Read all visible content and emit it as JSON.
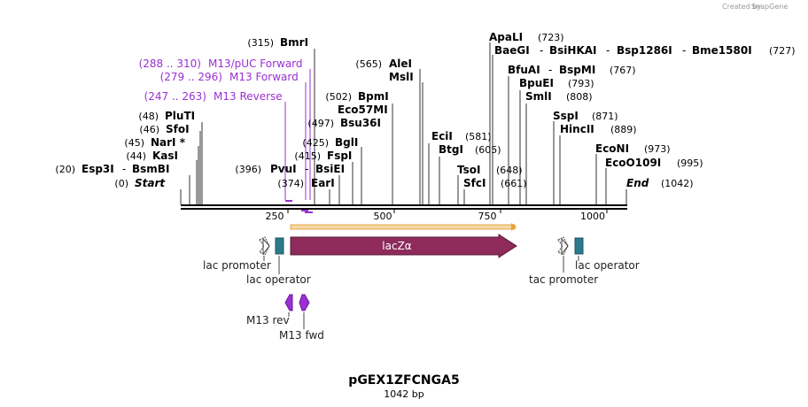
{
  "credit": "Created by",
  "credit_brand": "SnapGene",
  "title": "pGEX1ZFCNGA5",
  "subtitle": "1042 bp",
  "axis_ticks": [
    "250",
    "500",
    "750",
    "1000"
  ],
  "sites": {
    "start": {
      "pos": "(0)",
      "name": "Start"
    },
    "esp3i": {
      "pos": "(20)",
      "name1": "Esp3I",
      "name2": "BsmBI"
    },
    "kasi": {
      "pos": "(44)",
      "name": "KasI"
    },
    "nari": {
      "pos": "(45)",
      "name": "NarI *"
    },
    "sfoi": {
      "pos": "(46)",
      "name": "SfoI"
    },
    "pluti": {
      "pos": "(48)",
      "name": "PluTI"
    },
    "bmri": {
      "pos": "(315)",
      "name": "BmrI"
    },
    "m13puc": {
      "pos": "(288 .. 310)",
      "name": "M13/pUC Forward"
    },
    "m13fwd": {
      "pos": "(279 .. 296)",
      "name": "M13 Forward"
    },
    "m13rev": {
      "pos": "(247 .. 263)",
      "name": "M13 Reverse"
    },
    "pvui": {
      "pos": "(396)",
      "name1": "PvuI",
      "name2": "BsiEI"
    },
    "eari": {
      "pos": "(374)",
      "name": "EarI"
    },
    "fspi": {
      "pos": "(415)",
      "name": "FspI"
    },
    "bgli": {
      "pos": "(425)",
      "name": "BglI"
    },
    "bsu36i": {
      "pos": "(497)",
      "name": "Bsu36I"
    },
    "eco57mi": {
      "name": "Eco57MI"
    },
    "bpmi": {
      "pos": "(502)",
      "name": "BpmI"
    },
    "alei": {
      "pos": "(565)",
      "name": "AleI"
    },
    "msli": {
      "name": "MslI"
    },
    "ecii": {
      "pos": "(581)",
      "name": "EciI"
    },
    "btgi": {
      "pos": "(605)",
      "name": "BtgI"
    },
    "tsoi": {
      "pos": "(648)",
      "name": "TsoI"
    },
    "sfci": {
      "pos": "(661)",
      "name": "SfcI"
    },
    "apali": {
      "pos": "(723)",
      "name": "ApaLI"
    },
    "baegi": {
      "pos": "(727)",
      "name1": "BaeGI",
      "name2": "BsiHKAI",
      "name3": "Bsp1286I",
      "name4": "Bme1580I"
    },
    "bfuai": {
      "pos": "(767)",
      "name1": "BfuAI",
      "name2": "BspMI"
    },
    "bpuei": {
      "pos": "(793)",
      "name": "BpuEI"
    },
    "smli": {
      "pos": "(808)",
      "name": "SmlI"
    },
    "sspi": {
      "pos": "(871)",
      "name": "SspI"
    },
    "hincii": {
      "pos": "(889)",
      "name": "HincII"
    },
    "econi": {
      "pos": "(973)",
      "name": "EcoNI"
    },
    "eco0109i": {
      "pos": "(995)",
      "name": "EcoO109I"
    },
    "end": {
      "pos": "(1042)",
      "name": "End"
    }
  },
  "features": {
    "lacz": "lacZα",
    "lac_promoter": "lac promoter",
    "lac_operator_1": "lac operator",
    "lac_operator_2": "lac operator",
    "tac_promoter": "tac promoter",
    "m13_rev": "M13 rev",
    "m13_fwd": "M13 fwd"
  },
  "colors": {
    "lacz": "#8e2b5b",
    "operator": "#2b7a8c",
    "primer": "#9a2fd3",
    "orf": "#e8a33d"
  }
}
